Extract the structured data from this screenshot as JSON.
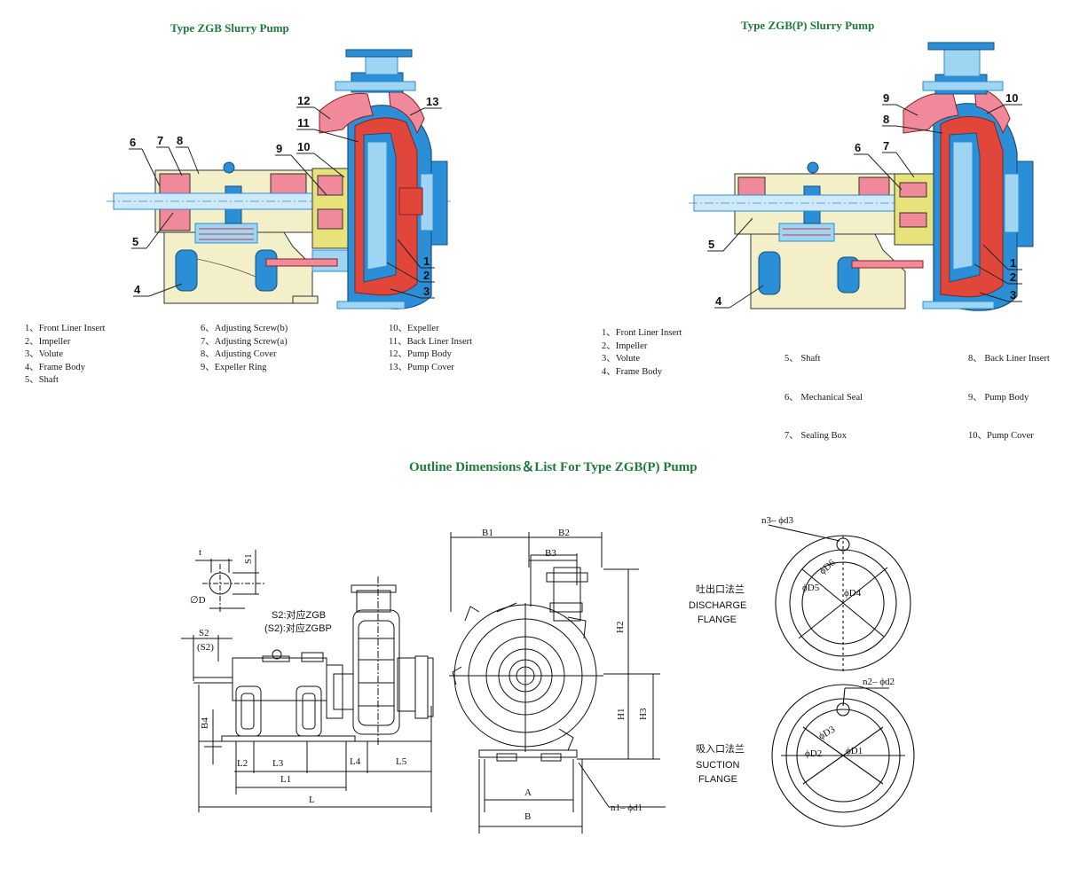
{
  "titles": {
    "zgb": "Type ZGB Slurry Pump",
    "zgbp": "Type ZGB(P) Slurry Pump",
    "outline": "Outline Dimensions＆List For Type ZGB(P)  Pump"
  },
  "zgb_legend": {
    "col1": [
      "1、Front Liner Insert",
      "2、Impeller",
      "3、Volute",
      "4、Frame Body",
      "5、Shaft"
    ],
    "col2": [
      "6、Adjusting Screw(b)",
      "7、Adjusting Screw(a)",
      "8、Adjusting Cover",
      "9、Expeller Ring"
    ],
    "col3": [
      "10、Expeller",
      "11、Back Liner Insert",
      "12、Pump Body",
      "13、Pump Cover"
    ]
  },
  "zgbp_legend": {
    "col1": [
      "1、Front Liner Insert",
      "2、Impeller",
      "3、Volute",
      "4、Frame Body"
    ],
    "col2": [
      "5、   Shaft",
      "6、   Mechanical Seal",
      "7、   Sealing Box"
    ],
    "col3": [
      "8、 Back Liner Insert",
      "9、 Pump Body",
      "10、Pump Cover"
    ]
  },
  "zgb_callouts": [
    "1",
    "2",
    "3",
    "4",
    "5",
    "6",
    "7",
    "8",
    "9",
    "10",
    "11",
    "12",
    "13"
  ],
  "zgbp_callouts": [
    "1",
    "2",
    "3",
    "4",
    "5",
    "6",
    "7",
    "8",
    "9",
    "10"
  ],
  "dims_side": {
    "t": "t",
    "s1": "S1",
    "d": "∅D",
    "s2": "S2",
    "s2p": "(S2)",
    "note1": "S2:对应ZGB",
    "note2": "(S2):对应ZGBP",
    "b4": "B4",
    "l2": "L2",
    "l3": "L3",
    "l4": "L4",
    "l5": "L5",
    "l1": "L1",
    "l": "L"
  },
  "dims_front": {
    "b1": "B1",
    "b2": "B2",
    "b3": "B3",
    "h2": "H2",
    "h1": "H1",
    "h3": "H3",
    "a": "A",
    "b": "B",
    "n1": "n1– ϕd1"
  },
  "flanges": {
    "n3": "n3– ϕd3",
    "n2": "n2– ϕd2",
    "discharge_cn": "吐出口法兰",
    "discharge_en1": "DISCHARGE",
    "discharge_en2": "FLANGE",
    "suction_cn": "吸入口法兰",
    "suction_en1": "SUCTION",
    "suction_en2": "FLANGE",
    "d6": "ϕD6",
    "d5": "ϕD5",
    "d4": "ϕD4",
    "d3": "ϕD3",
    "d2": "ϕD2",
    "d1": "ϕD1"
  },
  "colors": {
    "title_green": "#1f7a3c",
    "body_blue": "#2a8fd6",
    "light_blue": "#9fd4f2",
    "liner_red": "#e0473a",
    "pink": "#f08a9a",
    "yellow": "#e8e27a",
    "frame_fill": "#f3f0c9"
  }
}
